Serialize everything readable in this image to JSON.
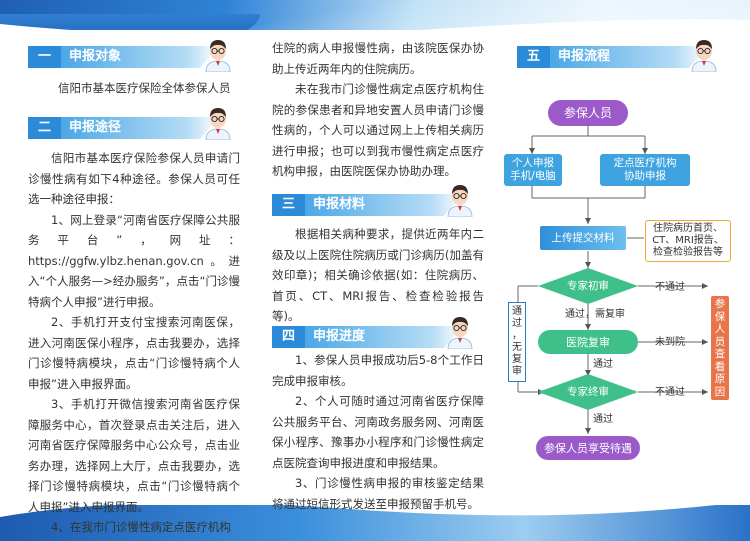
{
  "col1": {
    "s1": {
      "num": "一",
      "title": "申报对象",
      "body": "信阳市基本医疗保险全体参保人员"
    },
    "s2": {
      "num": "二",
      "title": "申报途径"
    },
    "paras": [
      "信阳市基本医疗保险参保人员申请门诊慢性病有如下4种途径。参保人员可任选一种途径申报：",
      "1、网上登录“河南省医疗保障公共服务平台”，网址：https://ggfw.ylbz.henan.gov.cn。进入“个人服务—>经办服务”，点击“门诊慢特病个人申报”进行申报。",
      "2、手机打开支付宝搜索河南医保，进入河南医保小程序，点击我要办，选择门诊慢特病模块，点击“门诊慢特病个人申报”进入申报界面。",
      "3、手机打开微信搜索河南省医疗保障服务中心，首次登录点击关注后，进入河南省医疗保障服务中心公众号，点击业务办理，选择网上大厅，点击我要办，选择门诊慢特病模块，点击“门诊慢特病个人申报”进入申报界面。",
      "4、在我市门诊慢性病定点医疗机构"
    ]
  },
  "col2": {
    "paras": [
      "住院的病人申报慢性病，由该院医保办协助上传近两年内的住院病历。",
      "未在我市门诊慢性病定点医疗机构住院的参保患者和异地安置人员申请门诊慢性病的，个人可以通过网上上传相关病历进行申报；也可以到我市慢性病定点医疗机构申报，由医院医保办协助办理。"
    ],
    "s3": {
      "num": "三",
      "title": "申报材料",
      "body": "根据相关病种要求，提供近两年内二级及以上医院住院病历或门诊病历(加盖有效印章)；相关确诊依据(如：住院病历、首页、CT、MRI报告、检查检验报告等)。"
    },
    "s4": {
      "num": "四",
      "title": "申报进度"
    },
    "progress": [
      "1、参保人员申报成功后5-8个工作日完成申报审核。",
      "2、个人可随时通过河南省医疗保障公共服务平台、河南政务服务网、河南医保小程序、豫事办小程序和门诊慢性病定点医院查询申报进度和申报结果。",
      "3、门诊慢性病申报的审核鉴定结果将通过短信形式发送至申报预留手机号。"
    ]
  },
  "col3": {
    "s5": {
      "num": "五",
      "title": "申报流程"
    },
    "flow": {
      "start": "参保人员",
      "left_box": [
        "个人申报",
        "手机/电脑"
      ],
      "right_box": [
        "定点医疗机构",
        "协助申报"
      ],
      "upload": "上传提交材料",
      "materials": [
        "住院病历首页、",
        "CT、MRI报告、",
        "检查检验报告等"
      ],
      "first_review": "专家初审",
      "not_pass_1": "不通过",
      "pass_need_recheck": "通过，需复审",
      "left_side": [
        "通",
        "过",
        "，",
        "无",
        "复",
        "审"
      ],
      "hospital_recheck": "医院复审",
      "not_arrive": "未到院",
      "pass_2": "通过",
      "final_review": "专家终审",
      "not_pass_2": "不通过",
      "benefit": "参保人员享受待遇",
      "check_reason": [
        "参",
        "保",
        "人",
        "员",
        "查",
        "看",
        "原",
        "因"
      ]
    }
  },
  "colors": {
    "accent": "#2b8bd8",
    "purple": "#9b59c9",
    "green": "#3fbf8a",
    "blue_box": "#3fa3e0",
    "orange": "#e8744a"
  }
}
